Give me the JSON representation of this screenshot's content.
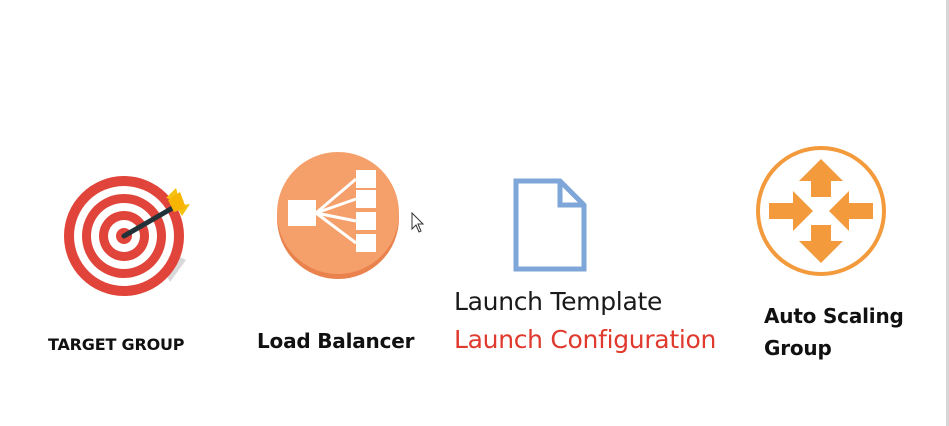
{
  "colors": {
    "target_red": "#e0443a",
    "load_balancer_orange": "#f5a06a",
    "load_balancer_edge": "#e9824c",
    "document_blue": "#7fa6d8",
    "auto_scaling_orange": "#f39a3c",
    "launch_configuration_red": "#e03a2e"
  },
  "items": [
    {
      "label": "TARGET GROUP",
      "icon": "target-icon"
    },
    {
      "label": "Load Balancer",
      "icon": "load-balancer-icon"
    },
    {
      "label": "Launch Template",
      "icon": "document-icon"
    },
    {
      "label": "Launch Configuration"
    },
    {
      "label_line1": "Auto Scaling",
      "label_line2": "Group",
      "icon": "auto-scaling-icon"
    }
  ]
}
